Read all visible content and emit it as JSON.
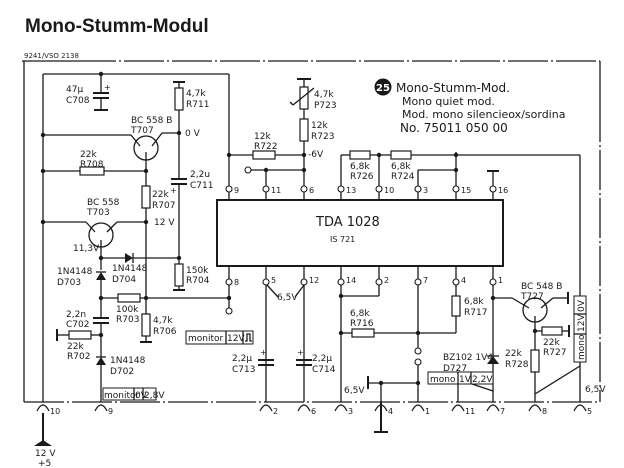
{
  "page": {
    "title": "Mono-Stumm-Modul",
    "doc_number": "9241/VSO 2138"
  },
  "info_block": {
    "badge_number": "25",
    "line1": "Mono-Stumm-Mod.",
    "line2": "Mono quiet mod.",
    "line3": "Mod. mono silencieox/sordina",
    "line4": "No. 75011 050 00"
  },
  "ic": {
    "name": "TDA 1028",
    "ref": "IS 721",
    "top_pins": [
      "9",
      "11",
      "6",
      "13",
      "10",
      "3",
      "15",
      "16"
    ],
    "bottom_pins": [
      "8",
      "5",
      "12",
      "14",
      "2",
      "7",
      "4",
      "1"
    ]
  },
  "components": {
    "C708": {
      "value": "47µ",
      "ref": "C708"
    },
    "R711": {
      "value": "4,7k",
      "ref": "R711"
    },
    "T707": {
      "type": "BC 558 B",
      "ref": "T707"
    },
    "R708": {
      "value": "22k",
      "ref": "R708"
    },
    "C711": {
      "value": "2,2u",
      "ref": "C711"
    },
    "R707": {
      "value": "22k",
      "ref": "R707"
    },
    "T703": {
      "type": "BC 558",
      "ref": "T703"
    },
    "D703": {
      "type": "1N4148",
      "ref": "D703"
    },
    "D704": {
      "type": "1N4148",
      "ref": "D704"
    },
    "R704": {
      "value": "150k",
      "ref": "R704"
    },
    "R703": {
      "value": "100k",
      "ref": "R703"
    },
    "R706": {
      "value": "4,7k",
      "ref": "R706"
    },
    "C702": {
      "value": "2,2n",
      "ref": "C702"
    },
    "R702": {
      "value": "22k",
      "ref": "R702"
    },
    "D702": {
      "type": "1N4148",
      "ref": "D702"
    },
    "P723": {
      "value": "4,7k",
      "ref": "P723"
    },
    "R723": {
      "value": "12k",
      "ref": "R723"
    },
    "R722": {
      "value": "12k",
      "ref": "R722"
    },
    "R726": {
      "value": "6,8k",
      "ref": "R726"
    },
    "R724": {
      "value": "6,8k",
      "ref": "R724"
    },
    "C713": {
      "value": "2,2µ",
      "ref": "C713"
    },
    "C714": {
      "value": "2,2µ",
      "ref": "C714"
    },
    "R716": {
      "value": "6,8k",
      "ref": "R716"
    },
    "R717": {
      "value": "6,8k",
      "ref": "R717"
    },
    "D727": {
      "type": "BZ102 1V4",
      "ref": "D727"
    },
    "T727": {
      "type": "BC 548 B",
      "ref": "T727"
    },
    "R727": {
      "value": "22k",
      "ref": "R727"
    },
    "R728": {
      "value": "22k",
      "ref": "R728"
    }
  },
  "voltages": {
    "t707_collector": "0 V",
    "t703_collector": "12 V",
    "t703_emitter": "11,3V",
    "r723_node": "-6V",
    "pin5": "6,5V",
    "pin3_conn": "6,5V",
    "conn5": "6,5V"
  },
  "monitor_boxes": {
    "m1": {
      "label": "monitor",
      "v1": "12V"
    },
    "m2": {
      "label": "monitor",
      "v1": "0V",
      "v2": "2,8V"
    },
    "m3": {
      "label": "mono",
      "v1": "1V",
      "v2": "2,2V"
    },
    "m4": {
      "label": "mono",
      "v1": "12V",
      "v2": "0V"
    }
  },
  "connectors": {
    "bottom": [
      "10",
      "9",
      "2",
      "6",
      "3",
      "4",
      "1",
      "11",
      "7",
      "8",
      "5"
    ],
    "supply_label": "12 V",
    "supply_sub": "+5"
  }
}
